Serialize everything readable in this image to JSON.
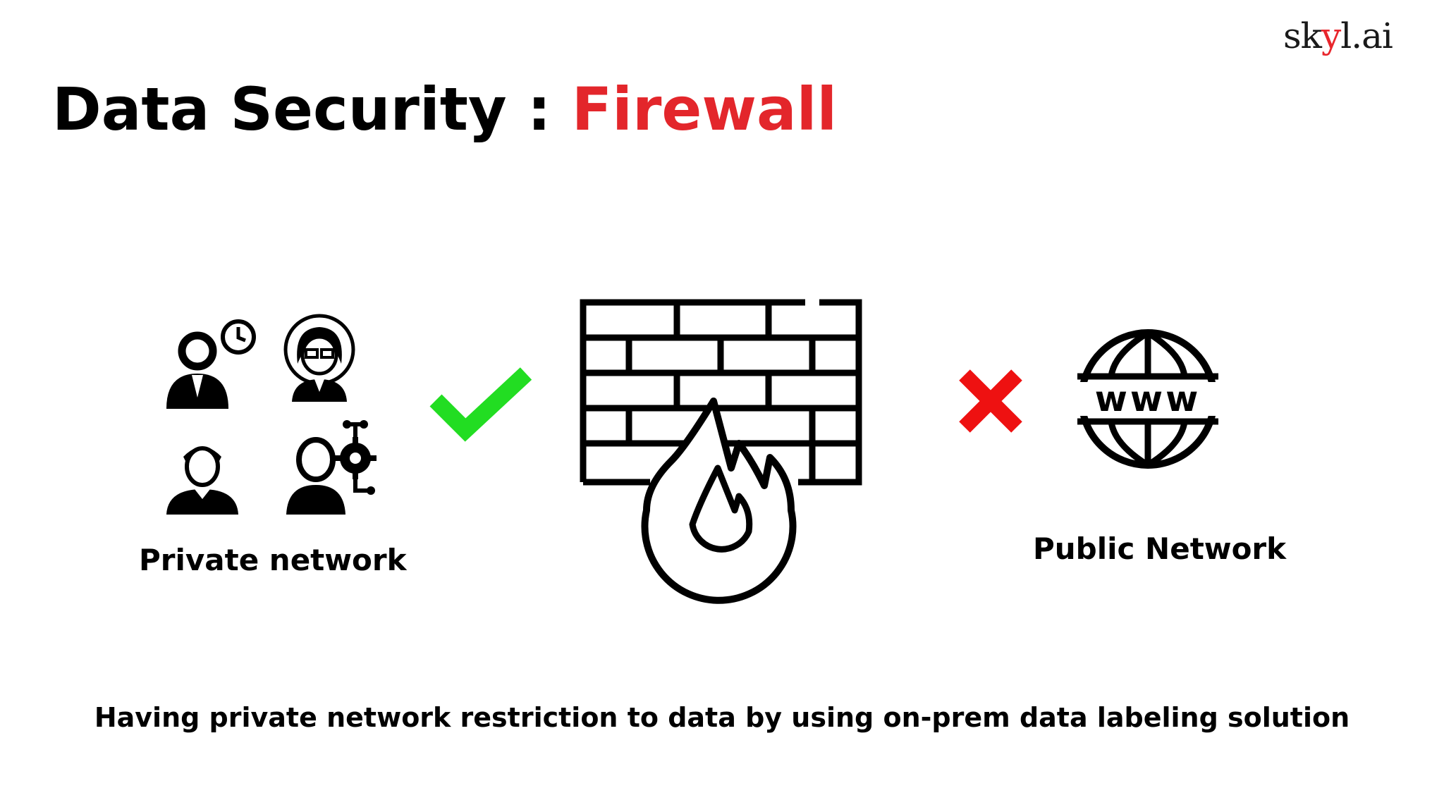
{
  "logo": {
    "pre": "sk",
    "accent": "y",
    "post": "l.ai"
  },
  "title": {
    "prefix": "Data Security : ",
    "highlight": "Firewall"
  },
  "diagram": {
    "private_label": "Private network",
    "public_label": "Public Network",
    "globe_text": "www"
  },
  "caption": "Having private network restriction to data by using on-prem data labeling solution",
  "colors": {
    "accent_red": "#e3262b",
    "check_green": "#22dd22",
    "cross_red": "#ee1111"
  },
  "icons": [
    "businessman-clock-icon",
    "woman-glasses-icon",
    "man-user-icon",
    "user-gear-icon",
    "checkmark-icon",
    "firewall-icon",
    "cross-icon",
    "globe-www-icon"
  ]
}
